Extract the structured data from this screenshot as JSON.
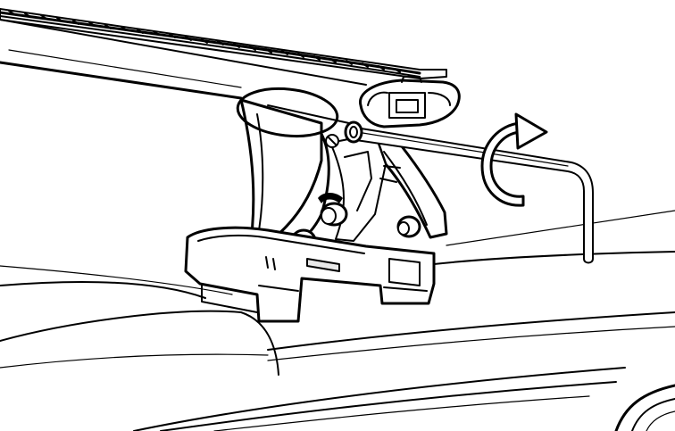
{
  "figure": {
    "style": "line-art",
    "ink_color": "#000000",
    "paper_color": "#ffffff",
    "elements": [
      "roof-rail-bar",
      "bar-end-profile",
      "bar-foot-bracket",
      "highlight-ellipse",
      "hex-key-tool",
      "rotation-arrow",
      "car-roof"
    ],
    "arrow_direction": "clockwise"
  }
}
